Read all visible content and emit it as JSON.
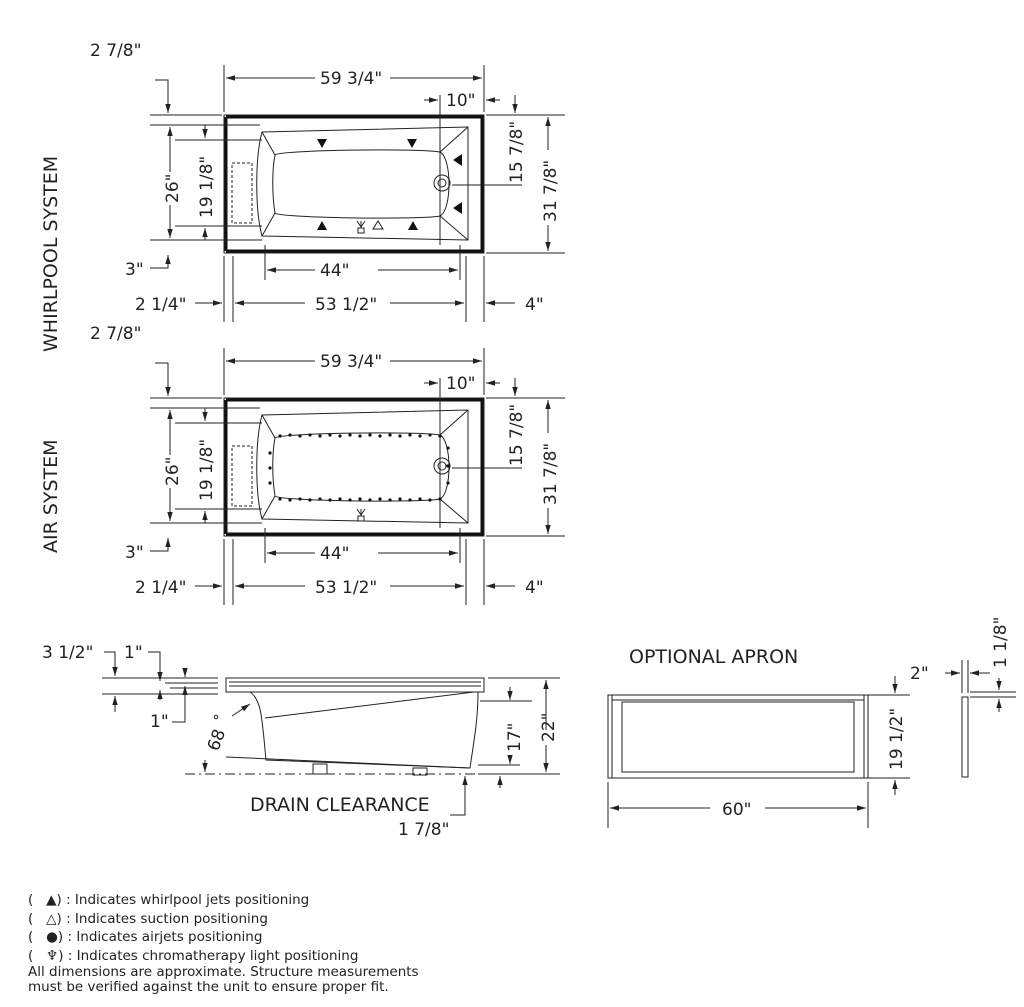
{
  "whirlpool": {
    "title": "WHIRLPOOL  SYSTEM",
    "top_left_offset": "2 7/8\"",
    "overall_length": "59 3/4\"",
    "drain_offset": "10\"",
    "drain_to_wall": "15 7/8\"",
    "overall_width": "31 7/8\"",
    "inner_width": "26\"",
    "bottom_width": "19 1/8\"",
    "front_offset": "3\"",
    "bottom_length": "44\"",
    "left_offset": "2 1/4\"",
    "inner_length": "53 1/2\"",
    "right_offset": "4\""
  },
  "air": {
    "title": "AIR SYSTEM",
    "top_left_offset": "2 7/8\"",
    "overall_length": "59 3/4\"",
    "drain_offset": "10\"",
    "drain_to_wall": "15 7/8\"",
    "overall_width": "31 7/8\"",
    "inner_width": "26\"",
    "bottom_width": "19 1/8\"",
    "front_offset": "3\"",
    "bottom_length": "44\"",
    "left_offset": "2 1/4\"",
    "inner_length": "53 1/2\"",
    "right_offset": "4\""
  },
  "side_view": {
    "rim_depth": "3 1/2\"",
    "lip_top": "1\"",
    "lip_bottom": "1\"",
    "angle": "68",
    "water_depth": "17\"",
    "overall_height": "22\"",
    "drain_clearance_label": "DRAIN CLEARANCE",
    "drain_clearance": "1 7/8\""
  },
  "apron": {
    "title": "OPTIONAL APRON",
    "height": "19 1/2\"",
    "length": "60\"",
    "top_lip": "2\"",
    "thickness": "1 1/8\""
  },
  "legend": [
    {
      "icon": "filled-triangle",
      "text": ") : Indicates whirlpool jets positioning"
    },
    {
      "icon": "outline-triangle",
      "text": ") : Indicates suction positioning"
    },
    {
      "icon": "filled-circle",
      "text": ") : Indicates airjets positioning"
    },
    {
      "icon": "chromatherapy-light",
      "text": ") : Indicates chromatherapy light positioning"
    }
  ],
  "note": "All dimensions are approximate. Structure measurements must be verified against the unit to ensure proper fit."
}
